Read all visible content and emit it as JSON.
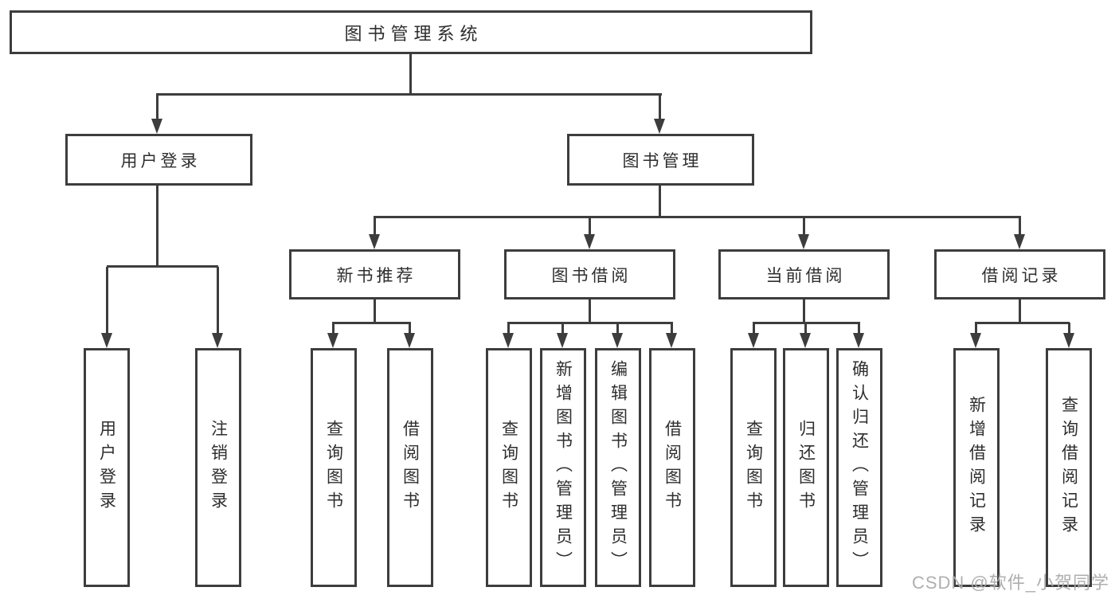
{
  "tree": {
    "root": {
      "label": "图书管理系统"
    },
    "branches": [
      {
        "label": "用户登录",
        "children": [
          {
            "label": "用户登录"
          },
          {
            "label": "注销登录"
          }
        ]
      },
      {
        "label": "图书管理",
        "children": [
          {
            "label": "新书推荐",
            "children": [
              {
                "label": "查询图书"
              },
              {
                "label": "借阅图书"
              }
            ]
          },
          {
            "label": "图书借阅",
            "children": [
              {
                "label": "查询图书"
              },
              {
                "label": "新增图书（管理员）"
              },
              {
                "label": "编辑图书（管理员）"
              },
              {
                "label": "借阅图书"
              }
            ]
          },
          {
            "label": "当前借阅",
            "children": [
              {
                "label": "查询图书"
              },
              {
                "label": "归还图书"
              },
              {
                "label": "确认归还（管理员）"
              }
            ]
          },
          {
            "label": "借阅记录",
            "children": [
              {
                "label": "新增借阅记录"
              },
              {
                "label": "查询借阅记录"
              }
            ]
          }
        ]
      }
    ]
  },
  "watermark": "CSDN @软件_小贺同学",
  "colors": {
    "line": "#3d3d3d",
    "text": "#2e2e2e",
    "background": "#ffffff",
    "watermark": "#ababab"
  }
}
